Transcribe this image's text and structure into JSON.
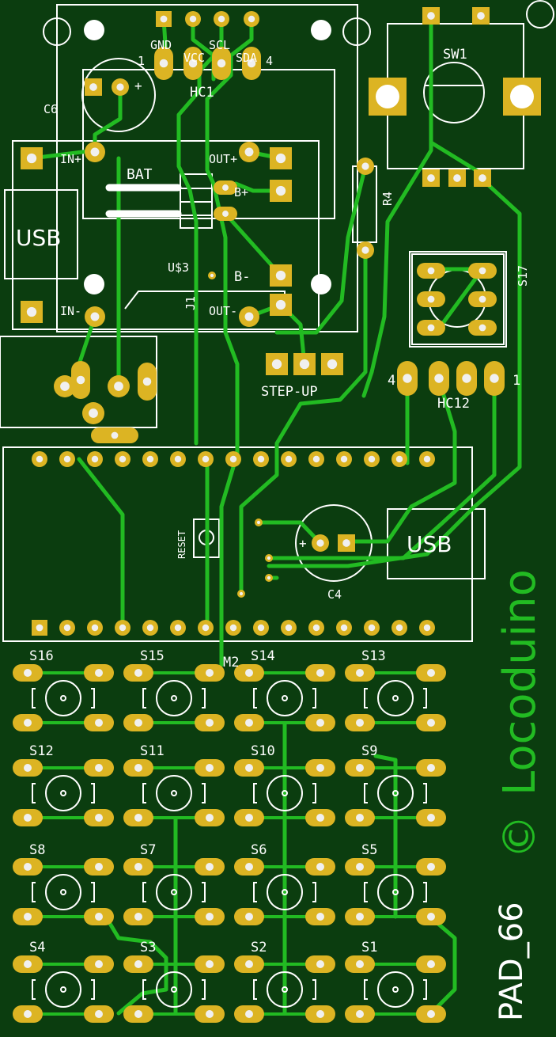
{
  "colors": {
    "board": "#0b3d0f",
    "trace": "#22bb22",
    "pad": "#dcb423",
    "hole": "#f0f0f0",
    "silk": "#ffffff",
    "accent_text": "#22bb22"
  },
  "labels": {
    "gnd": "GND",
    "vcc": "VCC",
    "scl": "SCL",
    "sda": "SDA",
    "hc1": "HC1",
    "hc1_pin1": "1",
    "hc1_pin4": "4",
    "c6": "C6",
    "in_plus": "IN+",
    "in_minus": "IN-",
    "out_plus": "OUT+",
    "out_minus": "OUT-",
    "bat": "BAT",
    "b_plus": "B+",
    "b_minus": "B-",
    "usb_top": "USB",
    "usb_bottom": "USB",
    "u3": "U$3",
    "j1": "J1",
    "sw1": "SW1",
    "r4": "R4",
    "s17": "S17",
    "hc12": "HC12",
    "hc12_pin1": "1",
    "hc12_pin4": "4",
    "step_up": "STEP-UP",
    "reset": "RESET",
    "c4": "C4",
    "m2": "M2",
    "brand": "Locoduino",
    "copyright": "©",
    "board_name": "PAD_66"
  },
  "switches": {
    "row1": [
      "S16",
      "S15",
      "S14",
      "S13"
    ],
    "row2": [
      "S12",
      "S11",
      "S10",
      "S9"
    ],
    "row3": [
      "S8",
      "S7",
      "S6",
      "S5"
    ],
    "row4": [
      "S4",
      "S3",
      "S2",
      "S1"
    ]
  }
}
